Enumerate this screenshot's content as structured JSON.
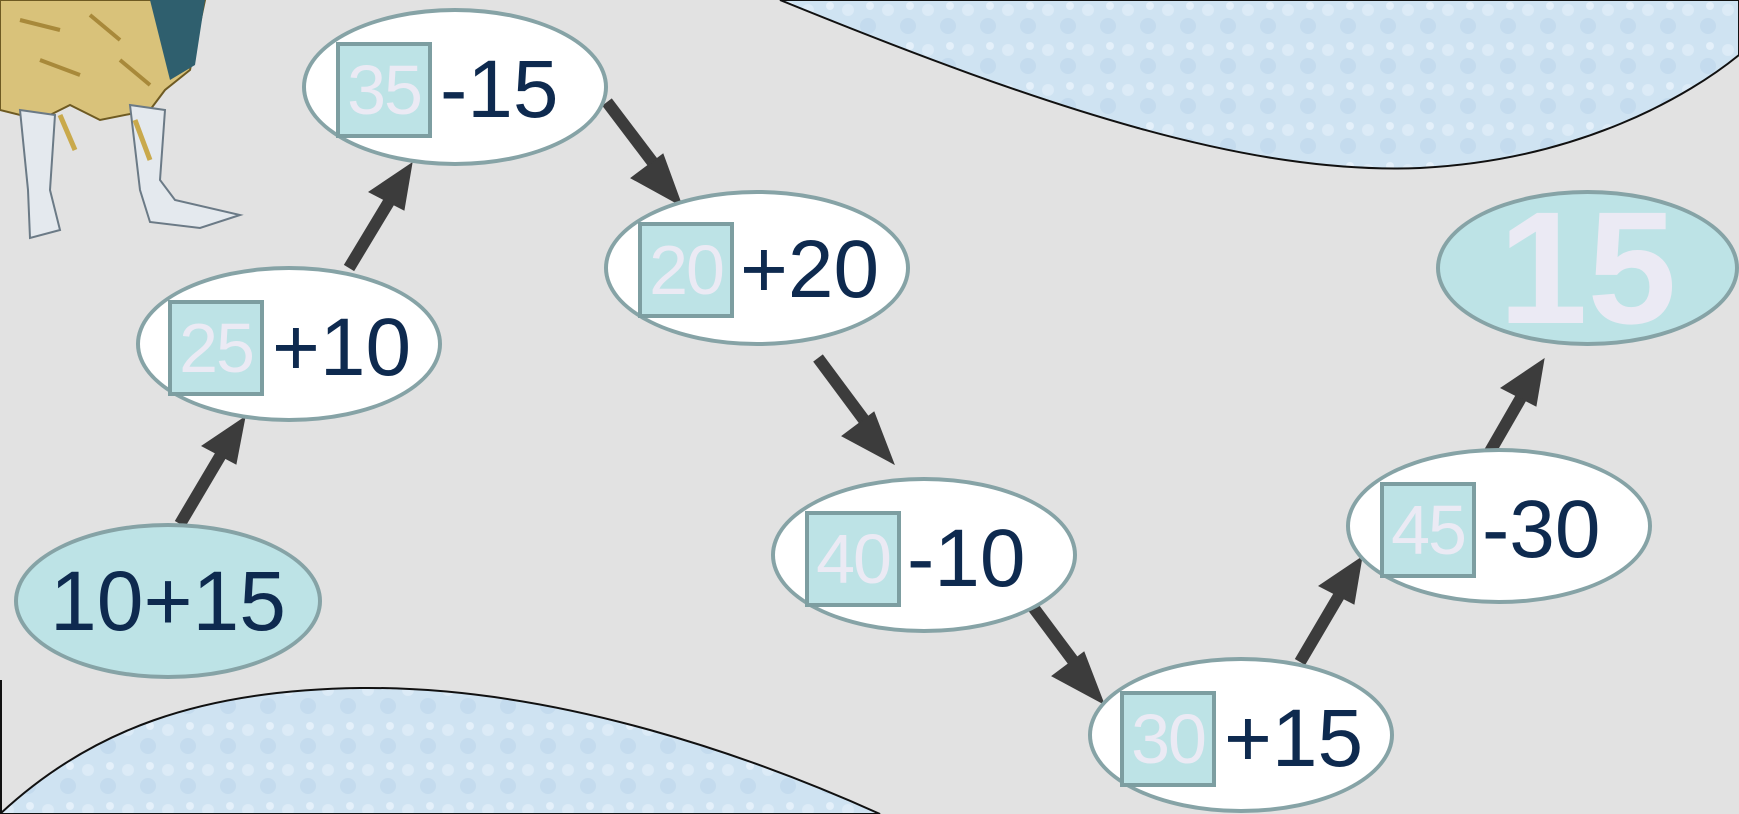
{
  "start": {
    "label": "10+15"
  },
  "steps": [
    {
      "answer": "25",
      "operation": "+10"
    },
    {
      "answer": "35",
      "operation": "-15"
    },
    {
      "answer": "20",
      "operation": "+20"
    },
    {
      "answer": "40",
      "operation": "-10"
    },
    {
      "answer": "30",
      "operation": "+15"
    },
    {
      "answer": "45",
      "operation": "-30"
    }
  ],
  "result": {
    "label": "15"
  },
  "colors": {
    "background": "#e2e2e2",
    "sky": "#cfe3f2",
    "node_fill": "#bde3e6",
    "node_border": "#86a3a6",
    "text": "#0e2a4f",
    "answer_text": "#ebeaf4",
    "arrow": "#3c3c3c"
  }
}
